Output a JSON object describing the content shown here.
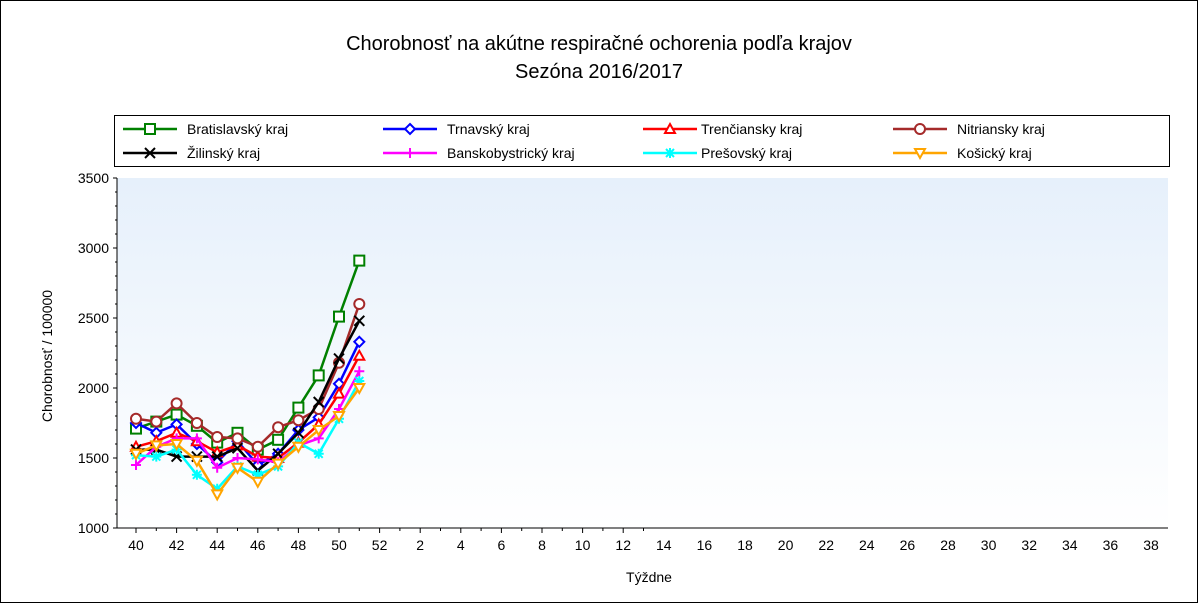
{
  "chart_data": {
    "type": "line",
    "title": "Chorobnosť na akútne respiračné ochorenia podľa krajov",
    "subtitle": "Sezóna 2016/2017",
    "xlabel": "Týždne",
    "ylabel": "Chorobnosť / 100000",
    "x_ticks": [
      "40",
      "42",
      "44",
      "46",
      "48",
      "50",
      "52",
      "2",
      "4",
      "6",
      "8",
      "10",
      "12",
      "14",
      "16",
      "18",
      "20",
      "22",
      "24",
      "26",
      "28",
      "30",
      "32",
      "34",
      "36",
      "38"
    ],
    "ylim": [
      1000,
      3500
    ],
    "y_ticks": [
      "3500",
      "3000",
      "2500",
      "2000",
      "1500",
      "1000"
    ],
    "grid": false,
    "legend_position": "top",
    "background_gradient": [
      "#e6f0fb",
      "#ffffff"
    ],
    "x": [
      40,
      41,
      42,
      43,
      44,
      45,
      46,
      47,
      48,
      49,
      50,
      51
    ],
    "series": [
      {
        "name": "Bratislavský kraj",
        "color": "#008000",
        "marker": "square",
        "values": [
          1710,
          1760,
          1810,
          1730,
          1610,
          1680,
          1560,
          1630,
          1860,
          2090,
          2510,
          2910
        ]
      },
      {
        "name": "Trnavský kraj",
        "color": "#0000ff",
        "marker": "diamond",
        "values": [
          1750,
          1680,
          1740,
          1600,
          1470,
          1620,
          1450,
          1530,
          1700,
          1790,
          2030,
          2330
        ]
      },
      {
        "name": "Trenčiansky kraj",
        "color": "#ff0000",
        "marker": "triangle",
        "values": [
          1580,
          1620,
          1680,
          1620,
          1540,
          1590,
          1510,
          1500,
          1610,
          1740,
          1960,
          2230
        ]
      },
      {
        "name": "Nitriansky kraj",
        "color": "#a52a2a",
        "marker": "circle",
        "values": [
          1780,
          1760,
          1890,
          1750,
          1650,
          1640,
          1580,
          1720,
          1770,
          1850,
          2180,
          2600
        ]
      },
      {
        "name": "Žilinský kraj",
        "color": "#000000",
        "marker": "x",
        "values": [
          1560,
          1560,
          1510,
          1510,
          1510,
          1570,
          1410,
          1530,
          1680,
          1900,
          2210,
          2480
        ]
      },
      {
        "name": "Banskobystrický kraj",
        "color": "#ff00ff",
        "marker": "plus",
        "values": [
          1450,
          1580,
          1640,
          1640,
          1430,
          1500,
          1490,
          1470,
          1590,
          1640,
          1850,
          2120
        ]
      },
      {
        "name": "Prešovský kraj",
        "color": "#00ffff",
        "marker": "star",
        "values": [
          1520,
          1510,
          1560,
          1380,
          1280,
          1440,
          1380,
          1440,
          1610,
          1530,
          1780,
          2050
        ]
      },
      {
        "name": "Košický kraj",
        "color": "#ffa500",
        "marker": "triangle-down",
        "values": [
          1530,
          1590,
          1600,
          1480,
          1240,
          1430,
          1330,
          1460,
          1580,
          1700,
          1800,
          2000
        ]
      }
    ]
  }
}
